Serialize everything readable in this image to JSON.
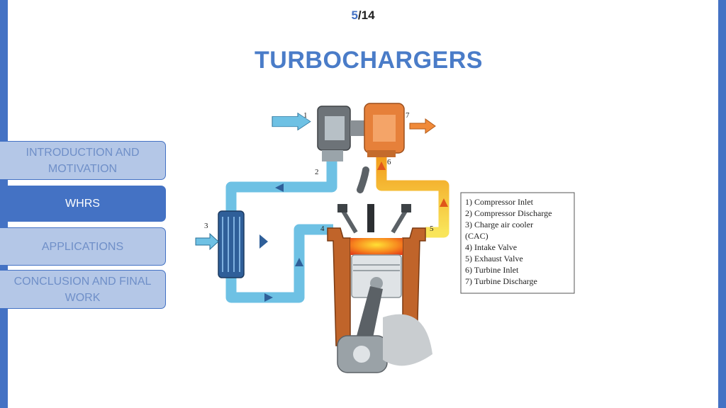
{
  "pager": {
    "current": "5",
    "total": "/14"
  },
  "title": "TURBOCHARGERS",
  "nav": [
    {
      "label": "INTRODUCTION AND\nMOTIVATION",
      "active": false
    },
    {
      "label": "WHRS",
      "active": true
    },
    {
      "label": "APPLICATIONS",
      "active": false
    },
    {
      "label": "CONCLUSION AND FINAL\nWORK",
      "active": false
    }
  ],
  "diagram": {
    "callouts": [
      "1",
      "2",
      "3",
      "4",
      "5",
      "6",
      "7"
    ],
    "legend": [
      "1)  Compressor Inlet",
      "2)  Compressor Discharge",
      "3)  Charge air cooler",
      "      (CAC)",
      "4)  Intake Valve",
      "5)  Exhaust Valve",
      "6)  Turbine Inlet",
      "7)  Turbine Discharge"
    ]
  },
  "colors": {
    "accent": "#4472c4",
    "nav_inactive": "#b4c7e7",
    "cold_air": "#6ec1e4",
    "hot_exhaust": "#f2b21c"
  }
}
